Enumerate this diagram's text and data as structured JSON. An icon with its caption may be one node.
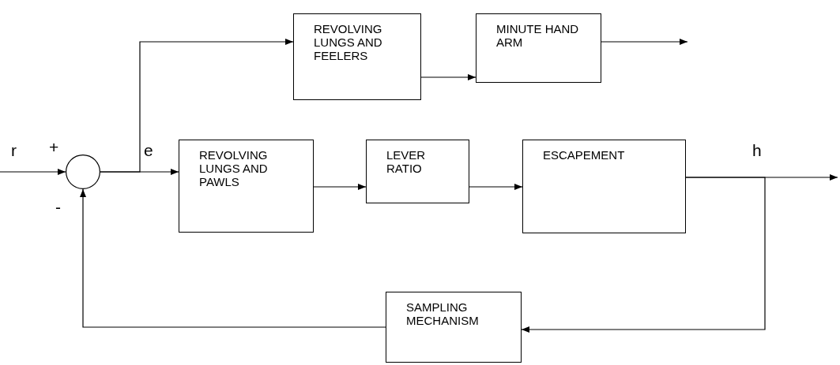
{
  "diagram": {
    "nodes": [
      {
        "text": [],
        "shape": "circle"
      },
      {
        "text": [
          "REVOLVING LUNGS AND FEELERS"
        ]
      },
      {
        "text": [
          "MINUTE HAND ARM"
        ]
      },
      {
        "text": [
          "REVOLVING LUNGS AND PAWLS"
        ]
      },
      {
        "text": [
          "LEVER RATIO"
        ]
      },
      {
        "text": [
          "ESCAPEMENT"
        ]
      },
      {
        "text": [
          "SAMPLING MECHANISM"
        ]
      }
    ],
    "edges": [
      {
        "from": null,
        "to": 0,
        "arrow": "to"
      },
      {
        "from": 0,
        "to": 3,
        "arrow": "to"
      },
      {
        "from": 0,
        "to": 1,
        "arrow": "to"
      },
      {
        "from": 1,
        "to": 2,
        "arrow": "to"
      },
      {
        "from": 2,
        "to": null,
        "arrow": "to"
      },
      {
        "from": 3,
        "to": 4,
        "arrow": "to"
      },
      {
        "from": 4,
        "to": 5,
        "arrow": "to"
      },
      {
        "from": 5,
        "to": null,
        "arrow": "to"
      },
      {
        "from": 5,
        "to": 6,
        "arrow": "to"
      },
      {
        "from": 6,
        "to": 0,
        "arrow": "to"
      }
    ],
    "labels": [
      "r",
      "+",
      "e",
      "h",
      "-"
    ]
  }
}
